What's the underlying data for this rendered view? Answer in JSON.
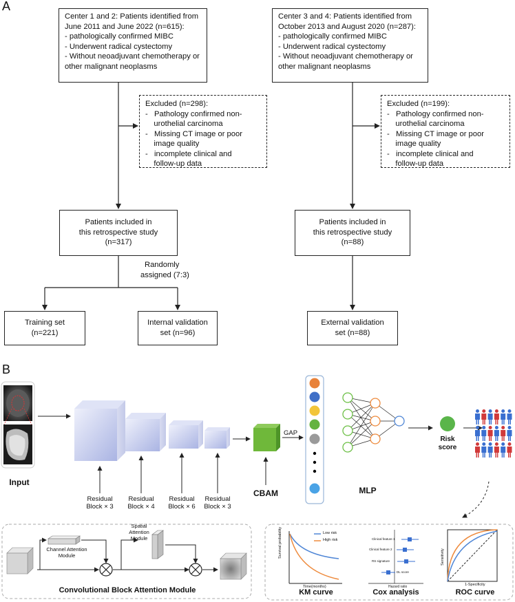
{
  "panel_a": {
    "letter": "A",
    "center12": {
      "lines": [
        "Center 1 and 2: Patients identified from",
        "June 2011 and June 2022 (n=615):",
        "- pathologically confirmed MIBC",
        "- Underwent radical cystectomy",
        "- Without neoadjuvant chemotherapy or",
        "other malignant neoplasms"
      ]
    },
    "center34": {
      "lines": [
        "Center 3 and 4: Patients identified from",
        "October 2013 and August 2020 (n=287):",
        "- pathologically confirmed MIBC",
        "- Underwent radical cystectomy",
        "- Without neoadjuvant chemotherapy or",
        "other malignant neoplasms"
      ]
    },
    "excluded12": {
      "lines": [
        "Excluded (n=298):",
        "-   Pathology confirmed non-",
        "    urothelial carcinoma",
        "-   Missing CT image or poor",
        "    image quality",
        "-   incomplete clinical and",
        "    follow-up data"
      ]
    },
    "excluded34": {
      "lines": [
        "Excluded (n=199):",
        "-   Pathology confirmed non-",
        "    urothelial carcinoma",
        "-   Missing CT image or poor",
        "    image quality",
        "-   incomplete clinical and",
        "    follow-up data"
      ]
    },
    "included12": {
      "lines": [
        "Patients included in",
        "this retrospective study",
        "(n=317)"
      ]
    },
    "included34": {
      "lines": [
        "Patients included in",
        "this retrospective study",
        "(n=88)"
      ]
    },
    "randomly": {
      "lines": [
        "Randomly",
        "assigned (7:3)"
      ]
    },
    "training": {
      "lines": [
        "Training set",
        "(n=221)"
      ]
    },
    "internal": {
      "lines": [
        "Internal validation",
        "set (n=96)"
      ]
    },
    "external": {
      "lines": [
        "External validation",
        "set (n=88)"
      ]
    }
  },
  "panel_b": {
    "letter": "B",
    "input_label": "Input",
    "residual_blocks": [
      {
        "line1": "Residual",
        "line2": "Block × 3"
      },
      {
        "line1": "Residual",
        "line2": "Block × 4"
      },
      {
        "line1": "Residual",
        "line2": "Block × 6"
      },
      {
        "line1": "Residual",
        "line2": "Block × 3"
      }
    ],
    "cbam_label": "CBAM",
    "gap_label": "GAP",
    "mlp_label": "MLP",
    "risk_label": {
      "line1": "Risk",
      "line2": "score"
    },
    "cbam_module": {
      "title": "Convolutional Block Attention Module",
      "channel": {
        "line1": "Channel Attention",
        "line2": "Module"
      },
      "spatial": {
        "line1": "Spatial",
        "line2": "Attention",
        "line3": "Module"
      }
    },
    "km": {
      "title": "KM curve",
      "ylabel": "Survival probability",
      "xlabel": "Time(months)",
      "legend": [
        "Low risk",
        "High risk"
      ]
    },
    "cox": {
      "title": "Cox analysis",
      "xlabel": "Hazard ratio",
      "rows": [
        "Clinical feature 1",
        "Clinical feature 2",
        "RS signature",
        "DL score"
      ]
    },
    "roc": {
      "title": "ROC curve",
      "ylabel": "Sensitivity",
      "xlabel": "1-Specificity"
    },
    "colors": {
      "gap_dots": [
        "#e8823a",
        "#3f6fc7",
        "#f2c53a",
        "#64b340",
        "#9a9a9a",
        "#000000",
        "#000000",
        "#000000",
        "#4aa3e6"
      ],
      "low_risk": "#4f86d6",
      "high_risk": "#ee8a3c",
      "person_blue": "#3a6fd0",
      "person_red": "#d13a3a",
      "cbam_green": "#6fb83a"
    }
  }
}
